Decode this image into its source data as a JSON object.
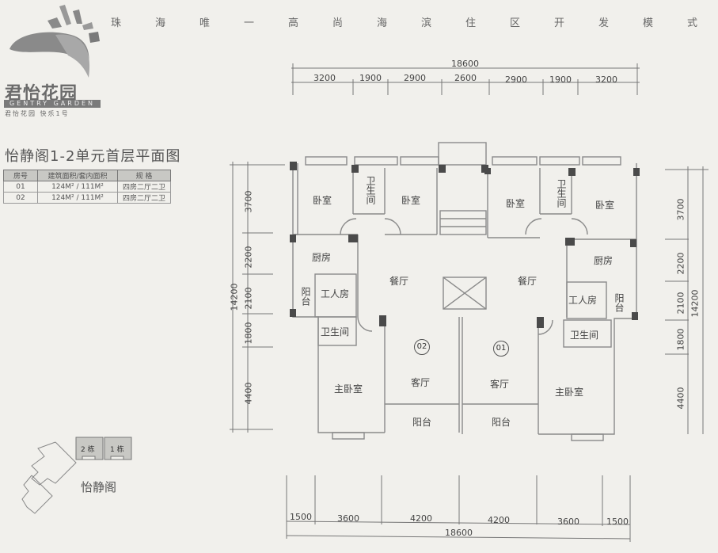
{
  "header": {
    "slogan_chars": [
      "珠",
      "海",
      "唯",
      "一",
      "高",
      "尚",
      "海",
      "滨",
      "住",
      "区",
      "开",
      "发",
      "模",
      "式"
    ]
  },
  "logo": {
    "name_cn": "君怡花园",
    "name_en": "GENTRY GARDEN",
    "tagline": "君怡花园 快乐1号"
  },
  "plan": {
    "title": "怡静阁1-2单元首层平面图"
  },
  "spec_table": {
    "headers": [
      "房号",
      "建筑面积/套内面积",
      "规 格"
    ],
    "rows": [
      {
        "unit": "01",
        "area": "124M² / 111M²",
        "layout": "四房二厅二卫"
      },
      {
        "unit": "02",
        "area": "124M² / 111M²",
        "layout": "四房二厅二卫"
      }
    ]
  },
  "dimensions": {
    "top_total": "18600",
    "top": [
      "3200",
      "1900",
      "2900",
      "2600",
      "2900",
      "1900",
      "3200"
    ],
    "bottom_total": "18600",
    "bottom": [
      "1500",
      "3600",
      "4200",
      "4200",
      "3600",
      "1500"
    ],
    "left_total": "14200",
    "left": [
      "3700",
      "2200",
      "2100",
      "1800",
      "4400"
    ],
    "right_total": "14200",
    "right": [
      "3700",
      "2200",
      "2100",
      "1800",
      "4400"
    ]
  },
  "rooms": {
    "unit02": {
      "badge": "02",
      "bedroom_a": "卧室",
      "bath_a": "卫生间",
      "bedroom_b": "卧室",
      "kitchen": "厨房",
      "balcony_small": "阳台",
      "maid_room": "工人房",
      "dining": "餐厅",
      "bath_b": "卫生间",
      "master": "主卧室",
      "living": "客厅",
      "balcony": "阳台"
    },
    "unit01": {
      "badge": "01",
      "bedroom_a": "卧室",
      "bath_a": "卫生间",
      "bedroom_b": "卧室",
      "kitchen": "厨房",
      "balcony_small": "阳台",
      "maid_room": "工人房",
      "dining": "餐厅",
      "bath_b": "卫生间",
      "master": "主卧室",
      "living": "客厅",
      "balcony": "阳台"
    }
  },
  "key_plan": {
    "building_2": "2 栋",
    "building_1": "1 栋",
    "label": "怡静阁"
  },
  "colors": {
    "paper": "#f1f0ec",
    "wall": "#8a8a8a",
    "column": "#4a4a4a",
    "text": "#444444"
  }
}
